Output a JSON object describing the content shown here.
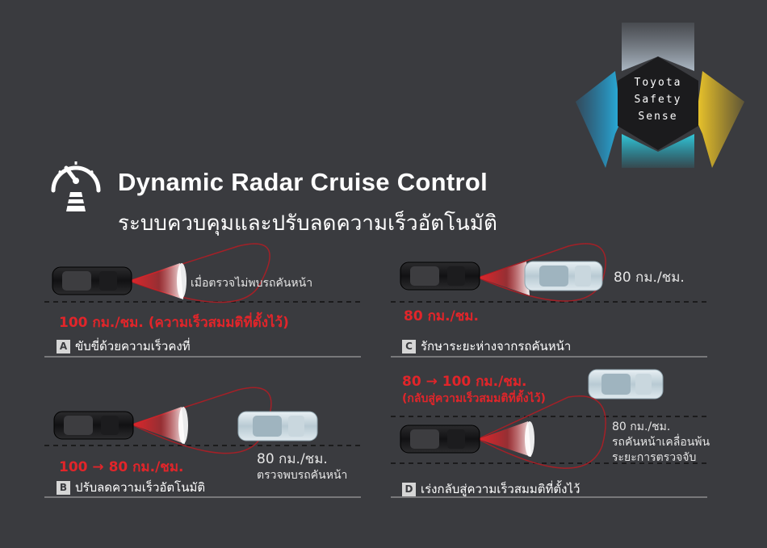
{
  "logo": {
    "line1": "Toyota",
    "line2": "Safety",
    "line3": "Sense"
  },
  "header": {
    "title": "Dynamic Radar Cruise Control",
    "subtitle": "ระบบควบคุมและปรับลดความเร็วอัตโนมัติ"
  },
  "panels": {
    "a": {
      "badge": "A",
      "caption": "ขับขี่ด้วยความเร็วคงที่",
      "radar_text": "เมื่อตรวจไม่พบรถคันหน้า",
      "speed_text": "100 กม./ชม. (ความเร็วสมมติที่ตั้งไว้)"
    },
    "b": {
      "badge": "B",
      "caption": "ปรับลดความเร็วอัตโนมัติ",
      "speed_text": "100 → 80 กม./ชม.",
      "front_speed": "80 กม./ชม.",
      "front_note": "ตรวจพบรถคันหน้า"
    },
    "c": {
      "badge": "C",
      "caption": "รักษาระยะห่างจากรถคันหน้า",
      "speed_text": "80 กม./ชม.",
      "front_speed": "80 กม./ชม."
    },
    "d": {
      "badge": "D",
      "caption": "เร่งกลับสู่ความเร็วสมมติที่ตั้งไว้",
      "speed_line1": "80 → 100 กม./ชม.",
      "speed_line2": "(กลับสู่ความเร็วสมมติที่ตั้งไว้)",
      "front_speed": "80 กม./ชม.",
      "front_note1": "รถคันหน้าเคลื่อนพ้น",
      "front_note2": "ระยะการตรวจจับ"
    }
  },
  "colors": {
    "background": "#3a3b3f",
    "accent_red": "#e1252a",
    "radar_red": "#c0242b"
  }
}
